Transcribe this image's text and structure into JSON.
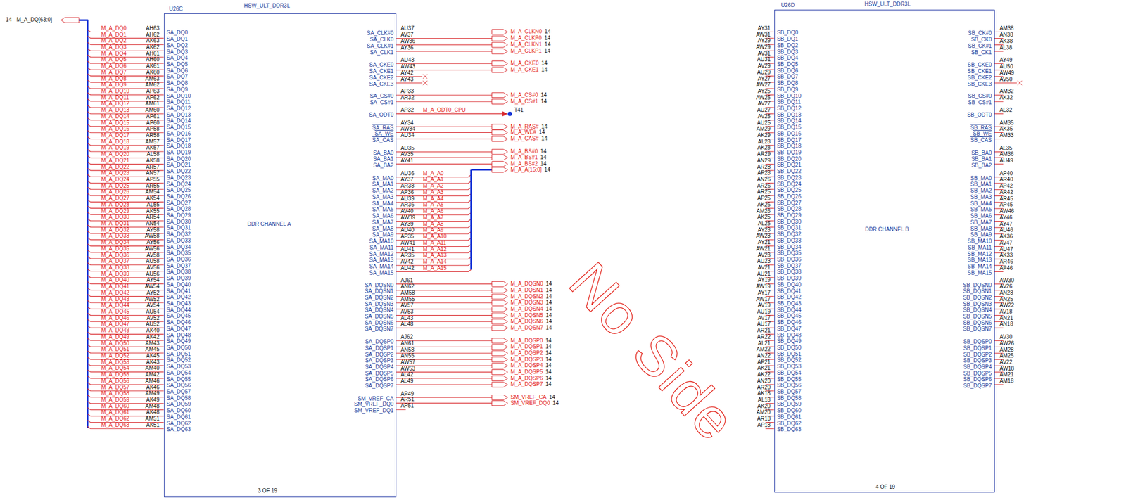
{
  "diagram": {
    "nodes": [
      {
        "text": [
          "U26C",
          "HSW_ULT_DDR3L",
          "DDR CHANNEL A",
          "3 OF 19"
        ]
      },
      {
        "text": [
          "U26D",
          "HSW_ULT_DDR3L",
          "DDR CHANNEL B",
          "4 OF 19"
        ]
      }
    ],
    "labels": [
      "14",
      "M_A_DQ[63:0]",
      "M_A_DQ0",
      "M_A_DQ1",
      "M_A_DQ2",
      "M_A_DQ3",
      "M_A_DQ4",
      "M_A_DQ5",
      "M_A_DQ6",
      "M_A_DQ7",
      "M_A_DQ8",
      "M_A_DQ9",
      "M_A_DQ10",
      "M_A_DQ11",
      "M_A_DQ12",
      "M_A_DQ13",
      "M_A_DQ14",
      "M_A_DQ15",
      "M_A_DQ16",
      "M_A_DQ17",
      "M_A_DQ18",
      "M_A_DQ19",
      "M_A_DQ20",
      "M_A_DQ21",
      "M_A_DQ22",
      "M_A_DQ23",
      "M_A_DQ24",
      "M_A_DQ25",
      "M_A_DQ26",
      "M_A_DQ27",
      "M_A_DQ28",
      "M_A_DQ29",
      "M_A_DQ30",
      "M_A_DQ31",
      "M_A_DQ32",
      "M_A_DQ33",
      "M_A_DQ34",
      "M_A_DQ35",
      "M_A_DQ36",
      "M_A_DQ37",
      "M_A_DQ38",
      "M_A_DQ39",
      "M_A_DQ40",
      "M_A_DQ41",
      "M_A_DQ42",
      "M_A_DQ43",
      "M_A_DQ44",
      "M_A_DQ45",
      "M_A_DQ46",
      "M_A_DQ47",
      "M_A_DQ48",
      "M_A_DQ49",
      "M_A_DQ50",
      "M_A_DQ51",
      "M_A_DQ52",
      "M_A_DQ53",
      "M_A_DQ54",
      "M_A_DQ55",
      "M_A_DQ56",
      "M_A_DQ57",
      "M_A_DQ58",
      "M_A_DQ59",
      "M_A_DQ60",
      "M_A_DQ61",
      "M_A_DQ62",
      "M_A_DQ63",
      "AH63",
      "AH62",
      "AK63",
      "AK62",
      "AH61",
      "AH60",
      "AK61",
      "AK60",
      "AM63",
      "AM62",
      "AP63",
      "AP62",
      "AM61",
      "AM60",
      "AP61",
      "AP60",
      "AP58",
      "AR58",
      "AM57",
      "AK57",
      "AL58",
      "AK58",
      "AR57",
      "AN57",
      "AP55",
      "AR55",
      "AM54",
      "AK54",
      "AL55",
      "AK55",
      "AR54",
      "AN54",
      "AY58",
      "AW58",
      "AY56",
      "AW56",
      "AV58",
      "AU58",
      "AV56",
      "AU56",
      "AY54",
      "AW54",
      "AY52",
      "AW52",
      "AV54",
      "AU54",
      "AV52",
      "AU52",
      "AK40",
      "AK42",
      "AM43",
      "AM45",
      "AK45",
      "AK43",
      "AM40",
      "AM42",
      "AM46",
      "AK46",
      "AM49",
      "AK49",
      "AM48",
      "AK48",
      "AM51",
      "AK51",
      "SA_DQ0",
      "SA_DQ1",
      "SA_DQ2",
      "SA_DQ3",
      "SA_DQ4",
      "SA_DQ5",
      "SA_DQ6",
      "SA_DQ7",
      "SA_DQ8",
      "SA_DQ9",
      "SA_DQ10",
      "SA_DQ11",
      "SA_DQ12",
      "SA_DQ13",
      "SA_DQ14",
      "SA_DQ15",
      "SA_DQ16",
      "SA_DQ17",
      "SA_DQ18",
      "SA_DQ19",
      "SA_DQ20",
      "SA_DQ21",
      "SA_DQ22",
      "SA_DQ23",
      "SA_DQ24",
      "SA_DQ25",
      "SA_DQ26",
      "SA_DQ27",
      "SA_DQ28",
      "SA_DQ29",
      "SA_DQ30",
      "SA_DQ31",
      "SA_DQ32",
      "SA_DQ33",
      "SA_DQ34",
      "SA_DQ35",
      "SA_DQ36",
      "SA_DQ37",
      "SA_DQ38",
      "SA_DQ39",
      "SA_DQ40",
      "SA_DQ41",
      "SA_DQ42",
      "SA_DQ43",
      "SA_DQ44",
      "SA_DQ45",
      "SA_DQ46",
      "SA_DQ47",
      "SA_DQ48",
      "SA_DQ49",
      "SA_DQ50",
      "SA_DQ51",
      "SA_DQ52",
      "SA_DQ53",
      "SA_DQ54",
      "SA_DQ55",
      "SA_DQ56",
      "SA_DQ57",
      "SA_DQ58",
      "SA_DQ59",
      "SA_DQ60",
      "SA_DQ61",
      "SA_DQ62",
      "SA_DQ63",
      "SA_CLK#0",
      "AU37",
      "M_A_CLKN0",
      "14",
      "SA_CLK0",
      "AV37",
      "M_A_CLKP0",
      "14",
      "SA_CLK#1",
      "AW36",
      "M_A_CLKN1",
      "14",
      "SA_CLK1",
      "AY36",
      "M_A_CLKP1",
      "14",
      "SA_CKE0",
      "AU43",
      "M_A_CKE0",
      "14",
      "SA_CKE1",
      "AW43",
      "M_A_CKE1",
      "14",
      "SA_CKE2",
      "AY42",
      "SA_CKE3",
      "AY43",
      "SA_CS#0",
      "AP33",
      "M_A_CS#0",
      "14",
      "SA_CS#1",
      "AR32",
      "M_A_CS#1",
      "14",
      "SA_ODT0",
      "AP32",
      "M_A_ODT0_CPU",
      "T41",
      "SA_RAS",
      "AY34",
      "M_A_RAS#",
      "14",
      "SA_WE",
      "AW34",
      "M_A_WE#",
      "14",
      "SA_CAS",
      "AU34",
      "M_A_CAS#",
      "14",
      "SA_BA0",
      "AU35",
      "M_A_BS#0",
      "14",
      "SA_BA1",
      "AV35",
      "M_A_BS#1",
      "14",
      "SA_BA2",
      "AY41",
      "M_A_BS#2",
      "14",
      "M_A_A[15:0]",
      "14",
      "SA_MA0",
      "AU36",
      "M_A_A0",
      "SA_MA1",
      "AY37",
      "M_A_A1",
      "SA_MA2",
      "AR38",
      "M_A_A2",
      "SA_MA3",
      "AP36",
      "M_A_A3",
      "SA_MA4",
      "AU39",
      "M_A_A4",
      "SA_MA5",
      "AR36",
      "M_A_A5",
      "SA_MA6",
      "AV40",
      "M_A_A6",
      "SA_MA7",
      "AW39",
      "M_A_A7",
      "SA_MA8",
      "AY39",
      "M_A_A8",
      "SA_MA9",
      "AU40",
      "M_A_A9",
      "SA_MA10",
      "AP35",
      "M_A_A10",
      "SA_MA11",
      "AW41",
      "M_A_A11",
      "SA_MA12",
      "AU41",
      "M_A_A12",
      "SA_MA13",
      "AR35",
      "M_A_A13",
      "SA_MA14",
      "AV42",
      "M_A_A14",
      "SA_MA15",
      "AU42",
      "M_A_A15",
      "SA_DQSN0",
      "AJ61",
      "M_A_DQSN0",
      "14",
      "SA_DQSN1",
      "AN62",
      "M_A_DQSN1",
      "14",
      "SA_DQSN2",
      "AM58",
      "M_A_DQSN2",
      "14",
      "SA_DQSN3",
      "AM55",
      "M_A_DQSN3",
      "14",
      "SA_DQSN4",
      "AV57",
      "M_A_DQSN4",
      "14",
      "SA_DQSN5",
      "AV53",
      "M_A_DQSN5",
      "14",
      "SA_DQSN6",
      "AL43",
      "M_A_DQSN6",
      "14",
      "SA_DQSN7",
      "AL48",
      "M_A_DQSN7",
      "14",
      "SA_DQSP0",
      "AJ62",
      "M_A_DQSP0",
      "14",
      "SA_DQSP1",
      "AN61",
      "M_A_DQSP1",
      "14",
      "SA_DQSP2",
      "AN58",
      "M_A_DQSP2",
      "14",
      "SA_DQSP3",
      "AN55",
      "M_A_DQSP3",
      "14",
      "SA_DQSP4",
      "AW57",
      "M_A_DQSP4",
      "14",
      "SA_DQSP5",
      "AW53",
      "M_A_DQSP5",
      "14",
      "SA_DQSP6",
      "AL42",
      "M_A_DQSP6",
      "14",
      "SA_DQSP7",
      "AL49",
      "M_A_DQSP7",
      "14",
      "SM_VREF_CA",
      "AP49",
      "SM_VREF_CA",
      "14",
      "SM_VREF_DQ0",
      "AR51",
      "SM_VREF_DQ0",
      "14",
      "SM_VREF_DQ1",
      "AP51",
      "AY31",
      "AW31",
      "AY29",
      "AW29",
      "AV31",
      "AU31",
      "AV29",
      "AU29",
      "AY27",
      "AW27",
      "AY25",
      "AW25",
      "AV27",
      "AU27",
      "AV25",
      "AU25",
      "AM29",
      "AK29",
      "AL28",
      "AK28",
      "AR29",
      "AN29",
      "AR28",
      "AP28",
      "AN26",
      "AR26",
      "AR25",
      "AP25",
      "AK26",
      "AM26",
      "AK25",
      "AL25",
      "AY23",
      "AW23",
      "AY21",
      "AW21",
      "AV23",
      "AU23",
      "AV21",
      "AU21",
      "AY19",
      "AW19",
      "AY17",
      "AW17",
      "AV19",
      "AU19",
      "AV17",
      "AU17",
      "AR21",
      "AR22",
      "AL21",
      "AM22",
      "AN22",
      "AP21",
      "AK21",
      "AK22",
      "AN20",
      "AR20",
      "AK18",
      "AL18",
      "AK20",
      "AM20",
      "AR18",
      "AP18",
      "SB_DQ0",
      "SB_DQ1",
      "SB_DQ2",
      "SB_DQ3",
      "SB_DQ4",
      "SB_DQ5",
      "SB_DQ6",
      "SB_DQ7",
      "SB_DQ8",
      "SB_DQ9",
      "SB_DQ10",
      "SB_DQ11",
      "SB_DQ12",
      "SB_DQ13",
      "SB_DQ14",
      "SB_DQ15",
      "SB_DQ16",
      "SB_DQ17",
      "SB_DQ18",
      "SB_DQ19",
      "SB_DQ20",
      "SB_DQ21",
      "SB_DQ22",
      "SB_DQ23",
      "SB_DQ24",
      "SB_DQ25",
      "SB_DQ26",
      "SB_DQ27",
      "SB_DQ28",
      "SB_DQ29",
      "SB_DQ30",
      "SB_DQ31",
      "SB_DQ32",
      "SB_DQ33",
      "SB_DQ34",
      "SB_DQ35",
      "SB_DQ36",
      "SB_DQ37",
      "SB_DQ38",
      "SB_DQ39",
      "SB_DQ40",
      "SB_DQ41",
      "SB_DQ42",
      "SB_DQ43",
      "SB_DQ44",
      "SB_DQ45",
      "SB_DQ46",
      "SB_DQ47",
      "SB_DQ48",
      "SB_DQ49",
      "SB_DQ50",
      "SB_DQ51",
      "SB_DQ52",
      "SB_DQ53",
      "SB_DQ54",
      "SB_DQ55",
      "SB_DQ56",
      "SB_DQ57",
      "SB_DQ58",
      "SB_DQ59",
      "SB_DQ60",
      "SB_DQ61",
      "SB_DQ62",
      "SB_DQ63",
      "SB_CK#0",
      "AM38",
      "SB_CK0",
      "AN38",
      "SB_CK#1",
      "AK38",
      "SB_CK1",
      "AL38",
      "SB_CKE0",
      "AY49",
      "SB_CKE1",
      "AU50",
      "SB_CKE2",
      "AW49",
      "SB_CKE3",
      "AV50",
      "SB_CS#0",
      "AM32",
      "SB_CS#1",
      "AK32",
      "SB_ODT0",
      "AL32",
      "SB_RAS",
      "AM35",
      "SB_WE",
      "AK35",
      "SB_CAS",
      "AM33",
      "SB_BA0",
      "AL35",
      "SB_BA1",
      "AM36",
      "SB_BA2",
      "AU49",
      "SB_MA0",
      "AP40",
      "SB_MA1",
      "AR40",
      "SB_MA2",
      "AP42",
      "SB_MA3",
      "AR42",
      "SB_MA4",
      "AR45",
      "SB_MA5",
      "AP45",
      "SB_MA6",
      "AW46",
      "SB_MA7",
      "AY46",
      "SB_MA8",
      "AY47",
      "SB_MA9",
      "AU46",
      "SB_MA10",
      "AK36",
      "SB_MA11",
      "AV47",
      "SB_MA12",
      "AU47",
      "SB_MA13",
      "AK33",
      "SB_MA14",
      "AR46",
      "SB_MA15",
      "AP46",
      "SB_DQSN0",
      "AW30",
      "SB_DQSN1",
      "AV26",
      "SB_DQSN2",
      "AN28",
      "SB_DQSN3",
      "AN25",
      "SB_DQSN4",
      "AW22",
      "SB_DQSN5",
      "AV18",
      "SB_DQSN6",
      "AN21",
      "SB_DQSN7",
      "AN18",
      "SB_DQSP0",
      "AV30",
      "SB_DQSP1",
      "AW26",
      "SB_DQSP2",
      "AM28",
      "SB_DQSP3",
      "AM25",
      "SB_DQSP4",
      "AV22",
      "SB_DQSP5",
      "AW18",
      "SB_DQSP6",
      "AM21",
      "SB_DQSP7",
      "AM18",
      "No Side"
    ]
  }
}
